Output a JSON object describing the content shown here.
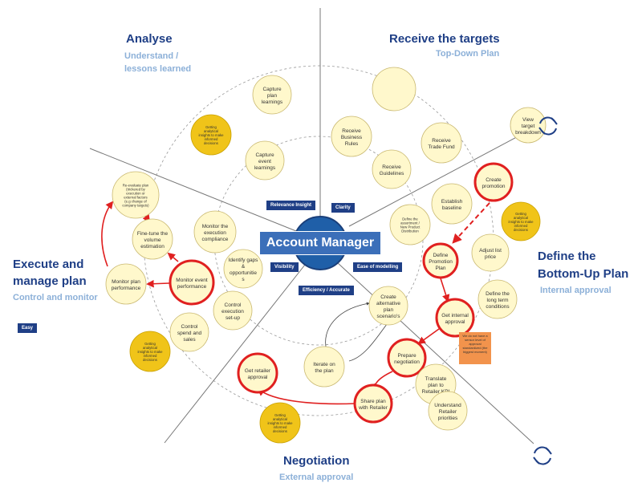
{
  "center": "Account Manager",
  "sections": {
    "analyse": {
      "title": "Analyse",
      "subtitle_1": "Understand /",
      "subtitle_2": "lessons learned"
    },
    "receive": {
      "title": "Receive the targets",
      "subtitle": "Top-Down Plan"
    },
    "define": {
      "title_1": "Define the",
      "title_2": "Bottom-Up Plan",
      "subtitle": "Internal approval"
    },
    "execute": {
      "title_1": "Execute and",
      "title_2": "manage plan",
      "subtitle": "Control and monitor"
    },
    "negotiation": {
      "title": "Negotiation",
      "subtitle": "External approval"
    }
  },
  "tags": {
    "relevance": "Relevance Insight",
    "clarity": "Clarity",
    "visibility": "Visibility",
    "ease": "Ease of modelling",
    "efficiency": "Efficiency / Accurate",
    "easy": "Easy"
  },
  "bubbles": {
    "capture_plan": [
      "Capture",
      "plan",
      "learnings"
    ],
    "capture_event": [
      "Capture",
      "event",
      "learnings"
    ],
    "monitor_exec": [
      "Monitor the",
      "execution",
      "compliance"
    ],
    "identify_gaps": [
      "Identify gaps",
      "&",
      "opportunitie",
      "s"
    ],
    "control_exec": [
      "Control",
      "execution",
      "set-up"
    ],
    "control_spend": [
      "Control",
      "spend and",
      "sales"
    ],
    "monitor_event": [
      "Monitor event",
      "performance"
    ],
    "fine_tune": [
      "Fine-tune the",
      "volume",
      "estimation"
    ],
    "monitor_plan": [
      "Monitor plan",
      "performance"
    ],
    "reevaluate": [
      "Re-evaluate plan",
      "(trickered by",
      "execution or",
      "external factors",
      "(e.g change of",
      "company targets)"
    ],
    "receive_rules": [
      "Receive",
      "Business",
      "Rules"
    ],
    "receive_guidelines": [
      "Receive",
      "Guidelines"
    ],
    "receive_trade": [
      "Receive",
      "Trade Fund"
    ],
    "view_target": [
      "View",
      "target",
      "breakdown"
    ],
    "define_assortment": [
      "Define the",
      "assortment /",
      "New Product",
      "Distribution"
    ],
    "establish_baseline": [
      "Establish",
      "baseline"
    ],
    "create_promotion": [
      "Create",
      "promotion"
    ],
    "define_promo_plan": [
      "Define",
      "Promotion",
      "Plan"
    ],
    "adjust_list": [
      "Adjust list",
      "price"
    ],
    "define_long_term": [
      "Define the",
      "long term",
      "conditions"
    ],
    "get_internal": [
      "Get internal",
      "approval"
    ],
    "create_alt": [
      "Create",
      "alternative",
      "plan",
      "scenario's"
    ],
    "iterate": [
      "Iterate on",
      "the plan"
    ],
    "prepare_neg": [
      "Prepare",
      "negotiation"
    ],
    "translate": [
      "Translate",
      "plan to",
      "Retailer KPI"
    ],
    "understand": [
      "Understand",
      "Retailer",
      "priorities"
    ],
    "share_plan": [
      "Share plan",
      "with Retailer"
    ],
    "get_retailer": [
      "Get retailer",
      "approval"
    ]
  },
  "insights": {
    "analyse": [
      "Getting",
      "analytical",
      "insights to make",
      "informed",
      "decisions"
    ],
    "define": [
      "Getting",
      "analytical",
      "insights to make",
      "informed",
      "decisions"
    ],
    "execute": [
      "Getting",
      "analytical",
      "insights to make",
      "informed",
      "decisions"
    ],
    "negotiation": [
      "Getting",
      "analytical",
      "insights to make",
      "informed",
      "decisions"
    ]
  },
  "note": [
    "We do not have a",
    "sensor level of",
    "approval",
    "standardized (the",
    "biggest moment)"
  ],
  "colors": {
    "bubble": "#fff8cc",
    "insight": "#f0c419",
    "highlight": "#e02020",
    "navy": "#1f3f86",
    "center": "#3b6fb9"
  }
}
